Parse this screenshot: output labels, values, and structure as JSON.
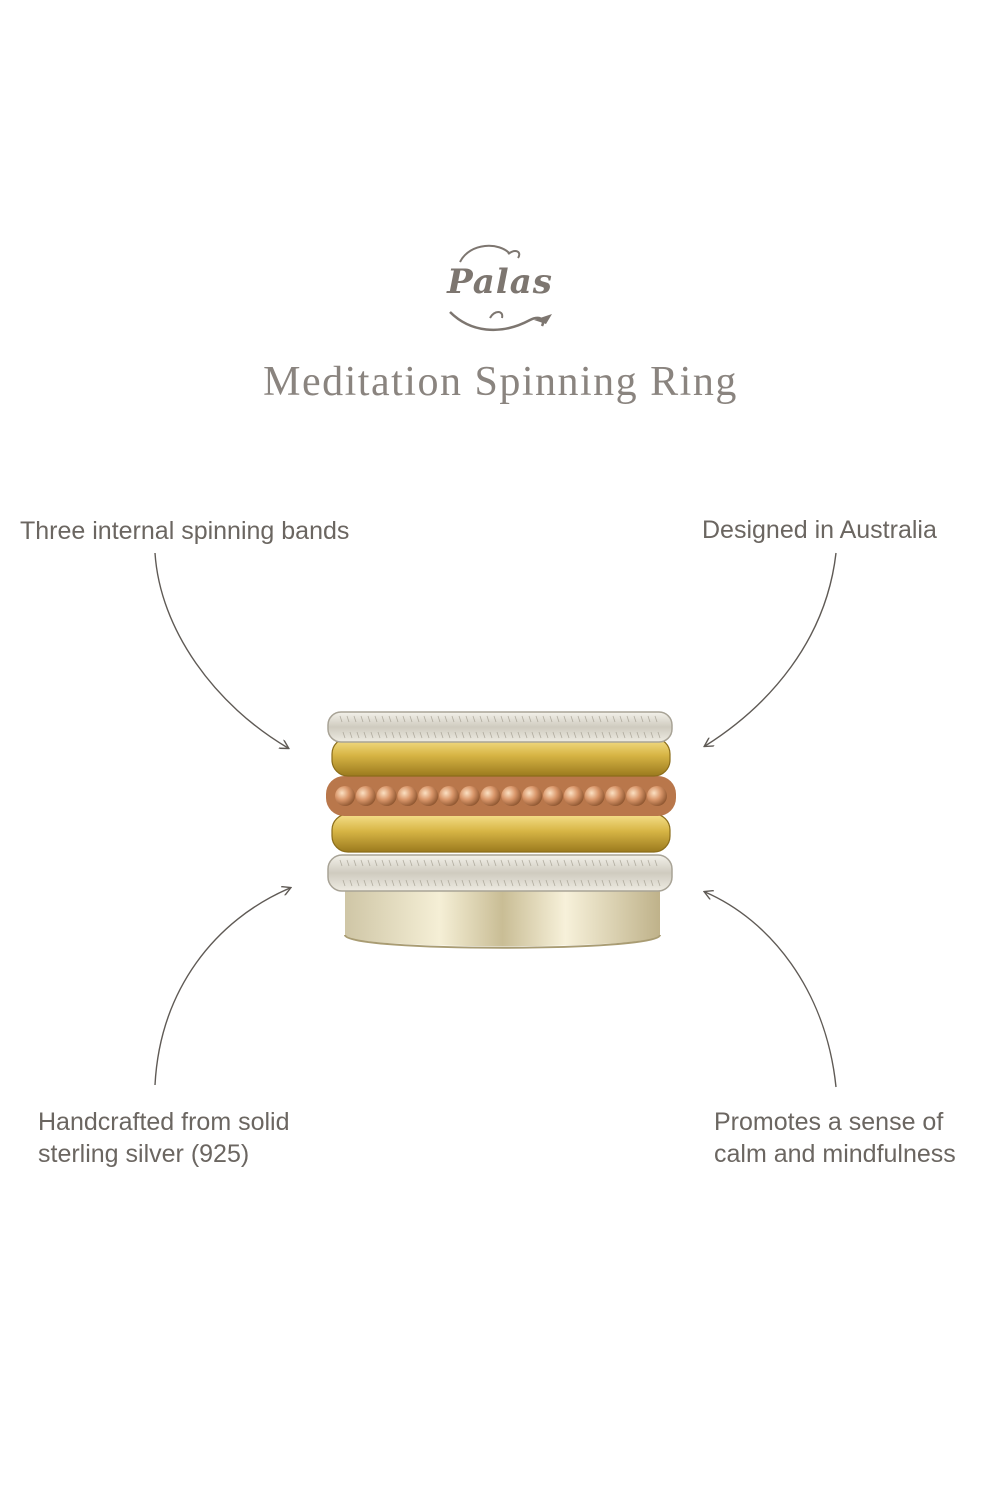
{
  "brand": {
    "logo_text": "Palas"
  },
  "title": "Meditation Spinning Ring",
  "features": {
    "top_left": "Three internal spinning bands",
    "top_right": "Designed in Australia",
    "bottom_left": [
      "Handcrafted from solid",
      "sterling silver (925)"
    ],
    "bottom_right": [
      "Promotes a sense of",
      "calm and mindfulness"
    ]
  },
  "colors": {
    "text": "#6b6661",
    "title": "#8a847f",
    "arrow": "#5f5a55",
    "silver": "#d9d6cc",
    "gold": "#d8b95a",
    "rose_gold": "#d49a6e"
  },
  "icons": {
    "arrow": "curved-arrow-icon",
    "product": "spinning-ring-image"
  }
}
